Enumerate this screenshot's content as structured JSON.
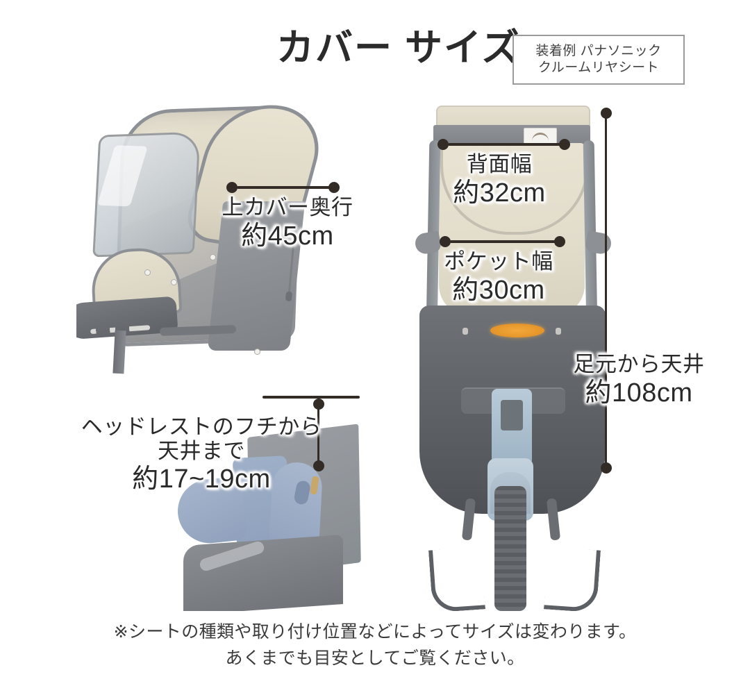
{
  "header": {
    "title": "カバー サイズ",
    "example_note": {
      "line1": "装着例 パナソニック",
      "line2": "クルームリヤシート"
    }
  },
  "measurements": [
    {
      "id": "upper-cover-depth",
      "name_label": "上カバー奥行",
      "value_label": "約45cm",
      "orientation": "horizontal"
    },
    {
      "id": "back-width",
      "name_label": "背面幅",
      "value_label": "約32cm",
      "orientation": "horizontal"
    },
    {
      "id": "pocket-width",
      "name_label": "ポケット幅",
      "value_label": "約30cm",
      "orientation": "horizontal"
    },
    {
      "id": "floor-to-ceiling",
      "name_label": "足元から天井",
      "value_label": "約108cm",
      "orientation": "vertical"
    },
    {
      "id": "headrest-edge-to-ceiling",
      "name_line1": "ヘッドレストのフチから",
      "name_line2": "天井まで",
      "value_label": "約17~19cm",
      "orientation": "vertical"
    }
  ],
  "footnote": {
    "line1": "※シートの種類や取り付け位置などによってサイズは変わります。",
    "line2": "あくまでも目安としてご覧ください。"
  },
  "photos": {
    "left": "rain-cover-side-view",
    "right": "rain-cover-rear-view",
    "bottom_left": "headrest-closeup"
  },
  "colors": {
    "background": "#ffffff",
    "text": "#2a2a2a",
    "annotation": "#332b26",
    "cover_fabric": "#e4decd",
    "cover_trim": "#8d9094",
    "seat_pad": "#9fb0c9",
    "logo_badge": "#ea9a2d",
    "box_border": "#9a9a9a"
  }
}
